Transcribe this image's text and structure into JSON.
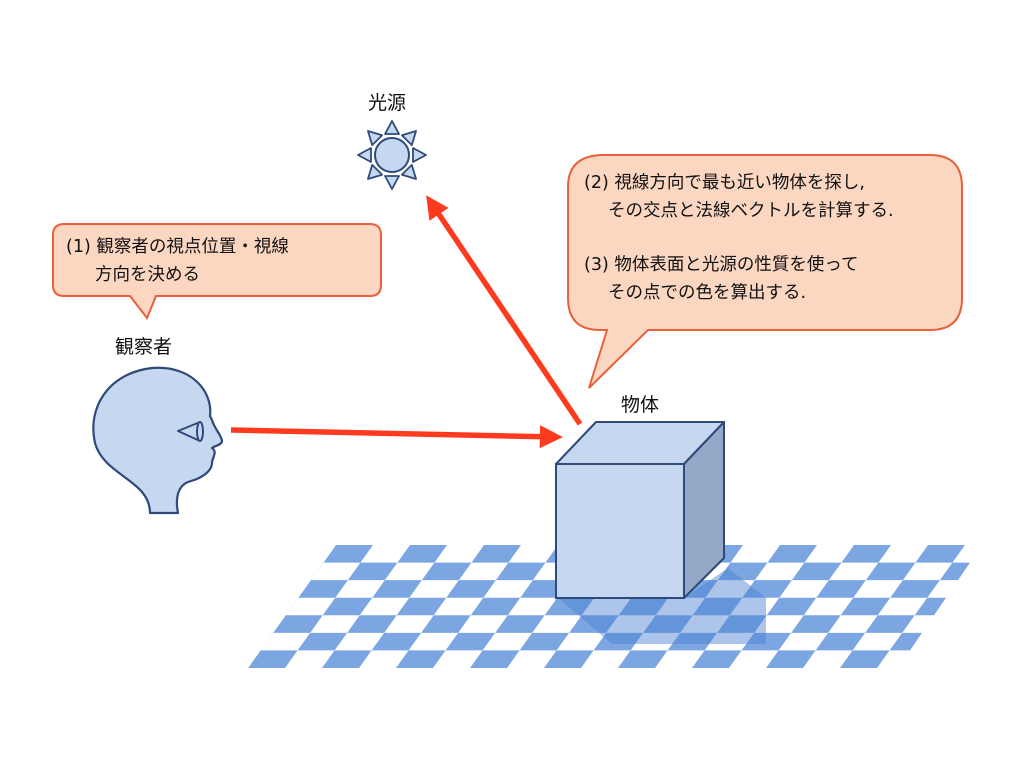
{
  "labels": {
    "light_source": "光源",
    "observer": "観察者",
    "object": "物体"
  },
  "callout_observer": {
    "line1": "(1) 観察者の視点位置・視線",
    "line2": "方向を決める"
  },
  "callout_object": {
    "step2_line1": "(2) 視線方向で最も近い物体を探し,",
    "step2_line2": "その交点と法線ベクトルを計算する.",
    "step3_line1": "(3) 物体表面と光源の性質を使って",
    "step3_line2": "その点での色を算出する."
  },
  "colors": {
    "arrow": "#ff3b1f",
    "callout_fill": "#fbd7c2",
    "callout_stroke": "#e8613a",
    "shape_fill": "#c5d8f0",
    "shape_stroke": "#2f4a7a",
    "cube_side": "#94a8c8",
    "floor_tile": "#7ba6e2"
  }
}
